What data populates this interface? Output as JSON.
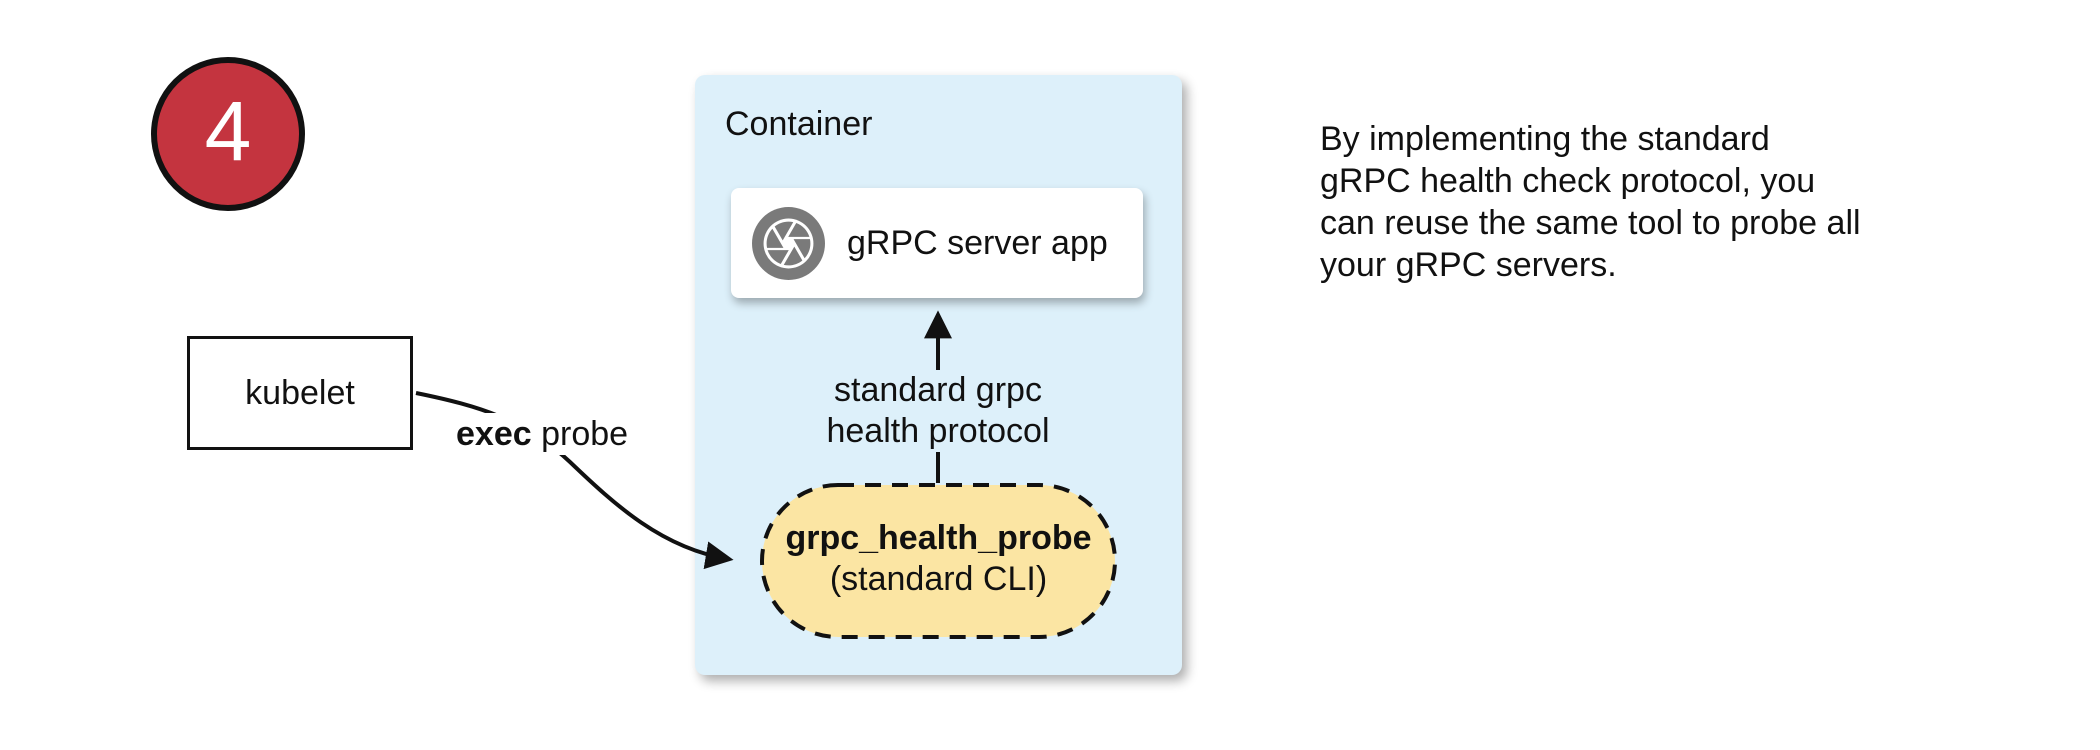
{
  "step_badge": {
    "number": "4",
    "fill": "#c4343f",
    "border_color": "#111111",
    "text_color": "#ffffff"
  },
  "kubelet": {
    "label": "kubelet"
  },
  "exec_probe": {
    "bold": "exec",
    "rest": " probe"
  },
  "container": {
    "title": "Container",
    "fill": "#ddf0fa"
  },
  "server_app": {
    "label": "gRPC server app",
    "icon": "aperture-icon",
    "icon_color": "#7a7a7a"
  },
  "health_arrow": {
    "label_line1": "standard grpc",
    "label_line2": "health protocol"
  },
  "probe_pill": {
    "title": "grpc_health_probe",
    "subtitle": "(standard CLI)",
    "fill": "#fbe5a3"
  },
  "note": {
    "lines": [
      "By implementing the standard",
      "gRPC health check protocol, you",
      "can reuse the same tool to probe all",
      "your gRPC servers."
    ]
  }
}
